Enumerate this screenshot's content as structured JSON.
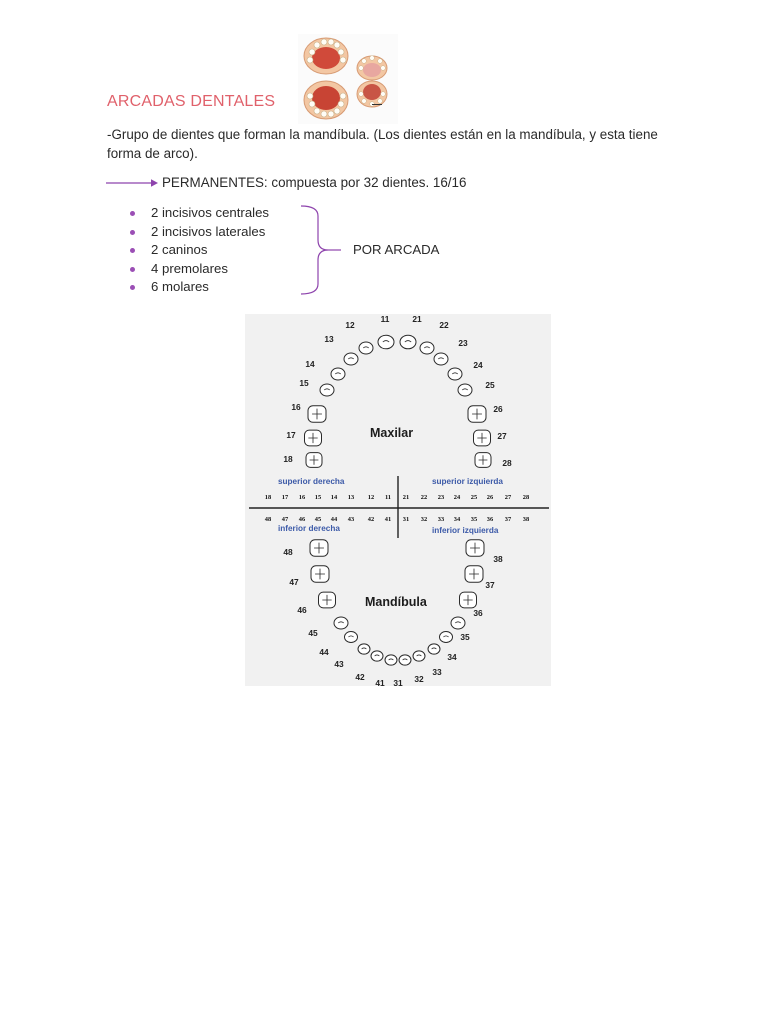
{
  "document": {
    "title": "ARCADAS DENTALES",
    "intro": "-Grupo de dientes que forman la mandíbula. (Los dientes están en la mandíbula, y esta tiene forma de arco).",
    "permanent_line": "PERMANENTES: compuesta por 32 dientes. 16/16",
    "teeth_list": [
      "2 incisivos centrales",
      "2 incisivos laterales",
      "2 caninos",
      "4 premolares",
      "6 molares"
    ],
    "brace_label": "POR ARCADA",
    "colors": {
      "title": "#e0616b",
      "accent": "#8e44ad",
      "quadrant_label": "#3c5aa8"
    },
    "icons": [
      "mouth-illustration",
      "arrow-right-icon",
      "curly-brace-icon"
    ]
  },
  "chart": {
    "upper_label": "Maxilar",
    "lower_label": "Mandíbula",
    "quadrants": {
      "upper_right": "superior derecha",
      "upper_left": "superior izquierda",
      "lower_right": "inferior derecha",
      "lower_left": "inferior izquierda"
    },
    "upper_arch": [
      "18",
      "17",
      "16",
      "15",
      "14",
      "13",
      "12",
      "11",
      "21",
      "22",
      "23",
      "24",
      "25",
      "26",
      "27",
      "28"
    ],
    "lower_arch": [
      "48",
      "47",
      "46",
      "45",
      "44",
      "43",
      "42",
      "41",
      "31",
      "32",
      "33",
      "34",
      "35",
      "36",
      "37",
      "38"
    ],
    "upper_row": [
      "18",
      "17",
      "16",
      "15",
      "14",
      "13",
      "12",
      "11",
      "21",
      "22",
      "23",
      "24",
      "25",
      "26",
      "27",
      "28"
    ],
    "lower_row": [
      "48",
      "47",
      "46",
      "45",
      "44",
      "43",
      "42",
      "41",
      "31",
      "32",
      "33",
      "34",
      "35",
      "36",
      "37",
      "38"
    ]
  }
}
